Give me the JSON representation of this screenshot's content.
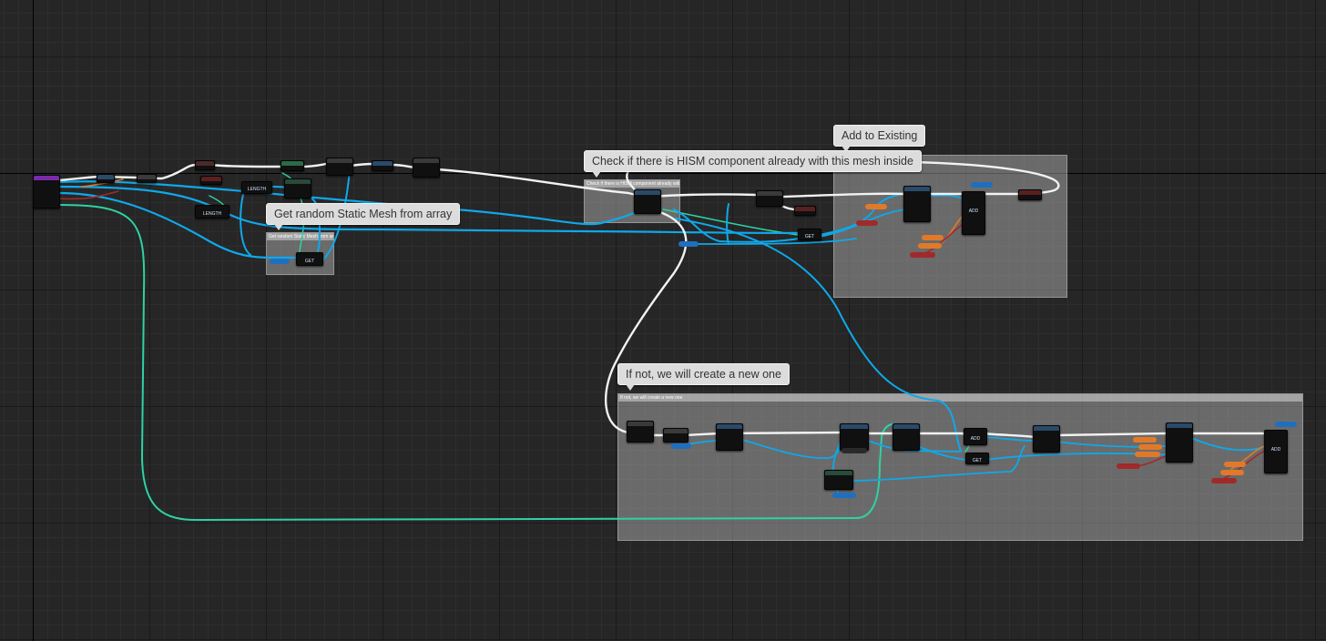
{
  "comments": {
    "random_mesh": "Get random Static Mesh from array",
    "check_hism": "Check if there is HISM component already with this mesh inside",
    "add_existing": "Add to Existing",
    "create_new": "If not, we will create a new one"
  },
  "headers": {
    "random_mesh": "Get random Static Mesh from array",
    "check_hism": "Check if there is HISM component already with this mesh inside",
    "create_new": "If not, we will create a new one"
  },
  "node_labels": {
    "length_1": "LENGTH",
    "length_2": "LENGTH",
    "get_1": "GET",
    "get_2": "GET",
    "get_3": "GET",
    "add_1": "ADD",
    "add_2": "ADD",
    "add_3": "ADD"
  },
  "colors": {
    "exec": "#f2f2f2",
    "object": "#0fa8ea",
    "int": "#2ed2a3",
    "struct": "#1f6fbf",
    "transform": "#e07a2a",
    "red": "#a02a2a",
    "purple": "#7a2aa8"
  }
}
